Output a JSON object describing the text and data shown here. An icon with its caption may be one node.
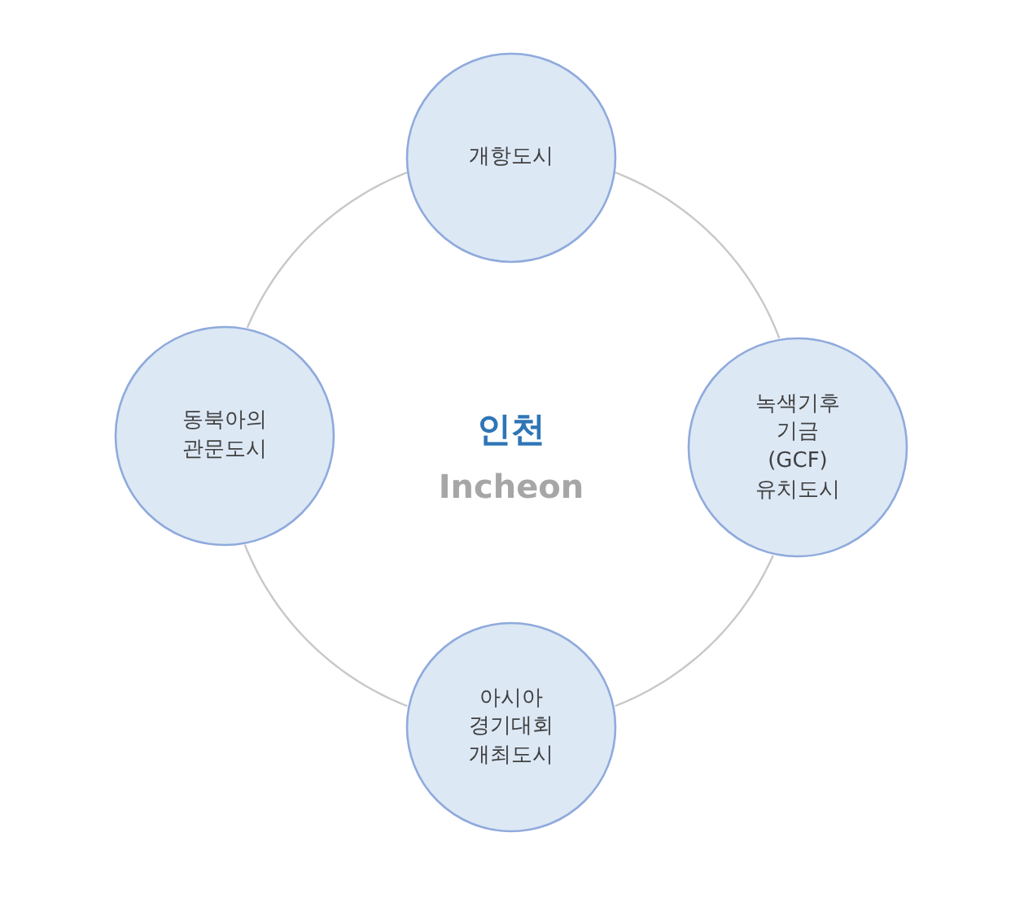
{
  "diagram": {
    "nodes": [
      {
        "text": [
          "개항도시"
        ]
      },
      {
        "text": [
          "동북아의 관문도시"
        ]
      },
      {
        "text": [
          "녹색기후 기금 (GCF) 유치도시"
        ]
      },
      {
        "text": [
          "아시아 경기대회 개최도시"
        ]
      }
    ],
    "edges": [
      {
        "from": 0,
        "to": 2,
        "arrow": "none"
      },
      {
        "from": 2,
        "to": 3,
        "arrow": "none"
      },
      {
        "from": 3,
        "to": 1,
        "arrow": "none"
      },
      {
        "from": 1,
        "to": 0,
        "arrow": "none"
      }
    ],
    "labels": [
      "인천",
      "Incheon"
    ]
  }
}
